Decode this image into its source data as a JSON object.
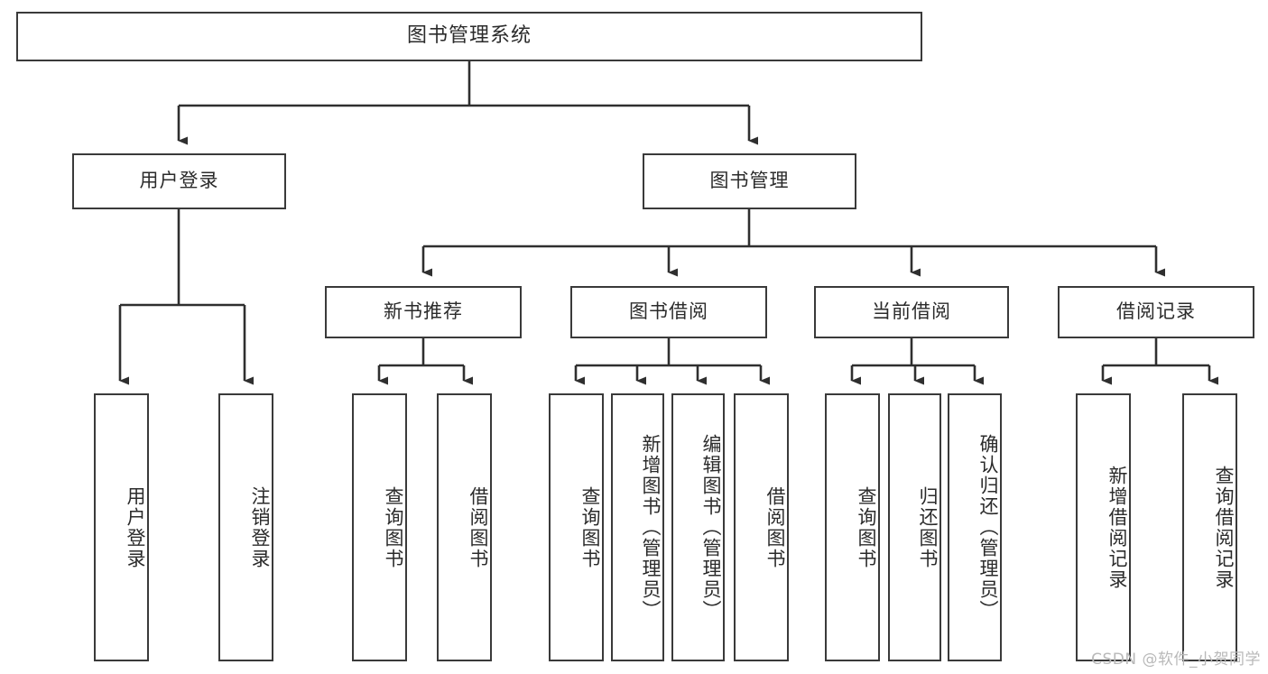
{
  "diagram": {
    "title": "图书管理系统",
    "type": "hierarchy-tree",
    "root": {
      "label": "图书管理系统"
    },
    "level1": [
      {
        "label": "用户登录"
      },
      {
        "label": "图书管理"
      }
    ],
    "level2": [
      {
        "label": "新书推荐"
      },
      {
        "label": "图书借阅"
      },
      {
        "label": "当前借阅"
      },
      {
        "label": "借阅记录"
      }
    ],
    "leaves": [
      {
        "label": "用户登录"
      },
      {
        "label": "注销登录"
      },
      {
        "label": "查询图书"
      },
      {
        "label": "借阅图书"
      },
      {
        "label": "查询图书"
      },
      {
        "label": "新增图书（管理员）"
      },
      {
        "label": "编辑图书（管理员）"
      },
      {
        "label": "借阅图书"
      },
      {
        "label": "查询图书"
      },
      {
        "label": "归还图书"
      },
      {
        "label": "确认归还（管理员）"
      },
      {
        "label": "新增借阅记录"
      },
      {
        "label": "查询借阅记录"
      }
    ]
  },
  "watermark": {
    "text": "CSDN @软件_小贺同学"
  },
  "colors": {
    "stroke": "#3a3a3a",
    "fill": "#ffffff",
    "text": "#2b2b2b",
    "watermark": "#b9b9b9"
  }
}
